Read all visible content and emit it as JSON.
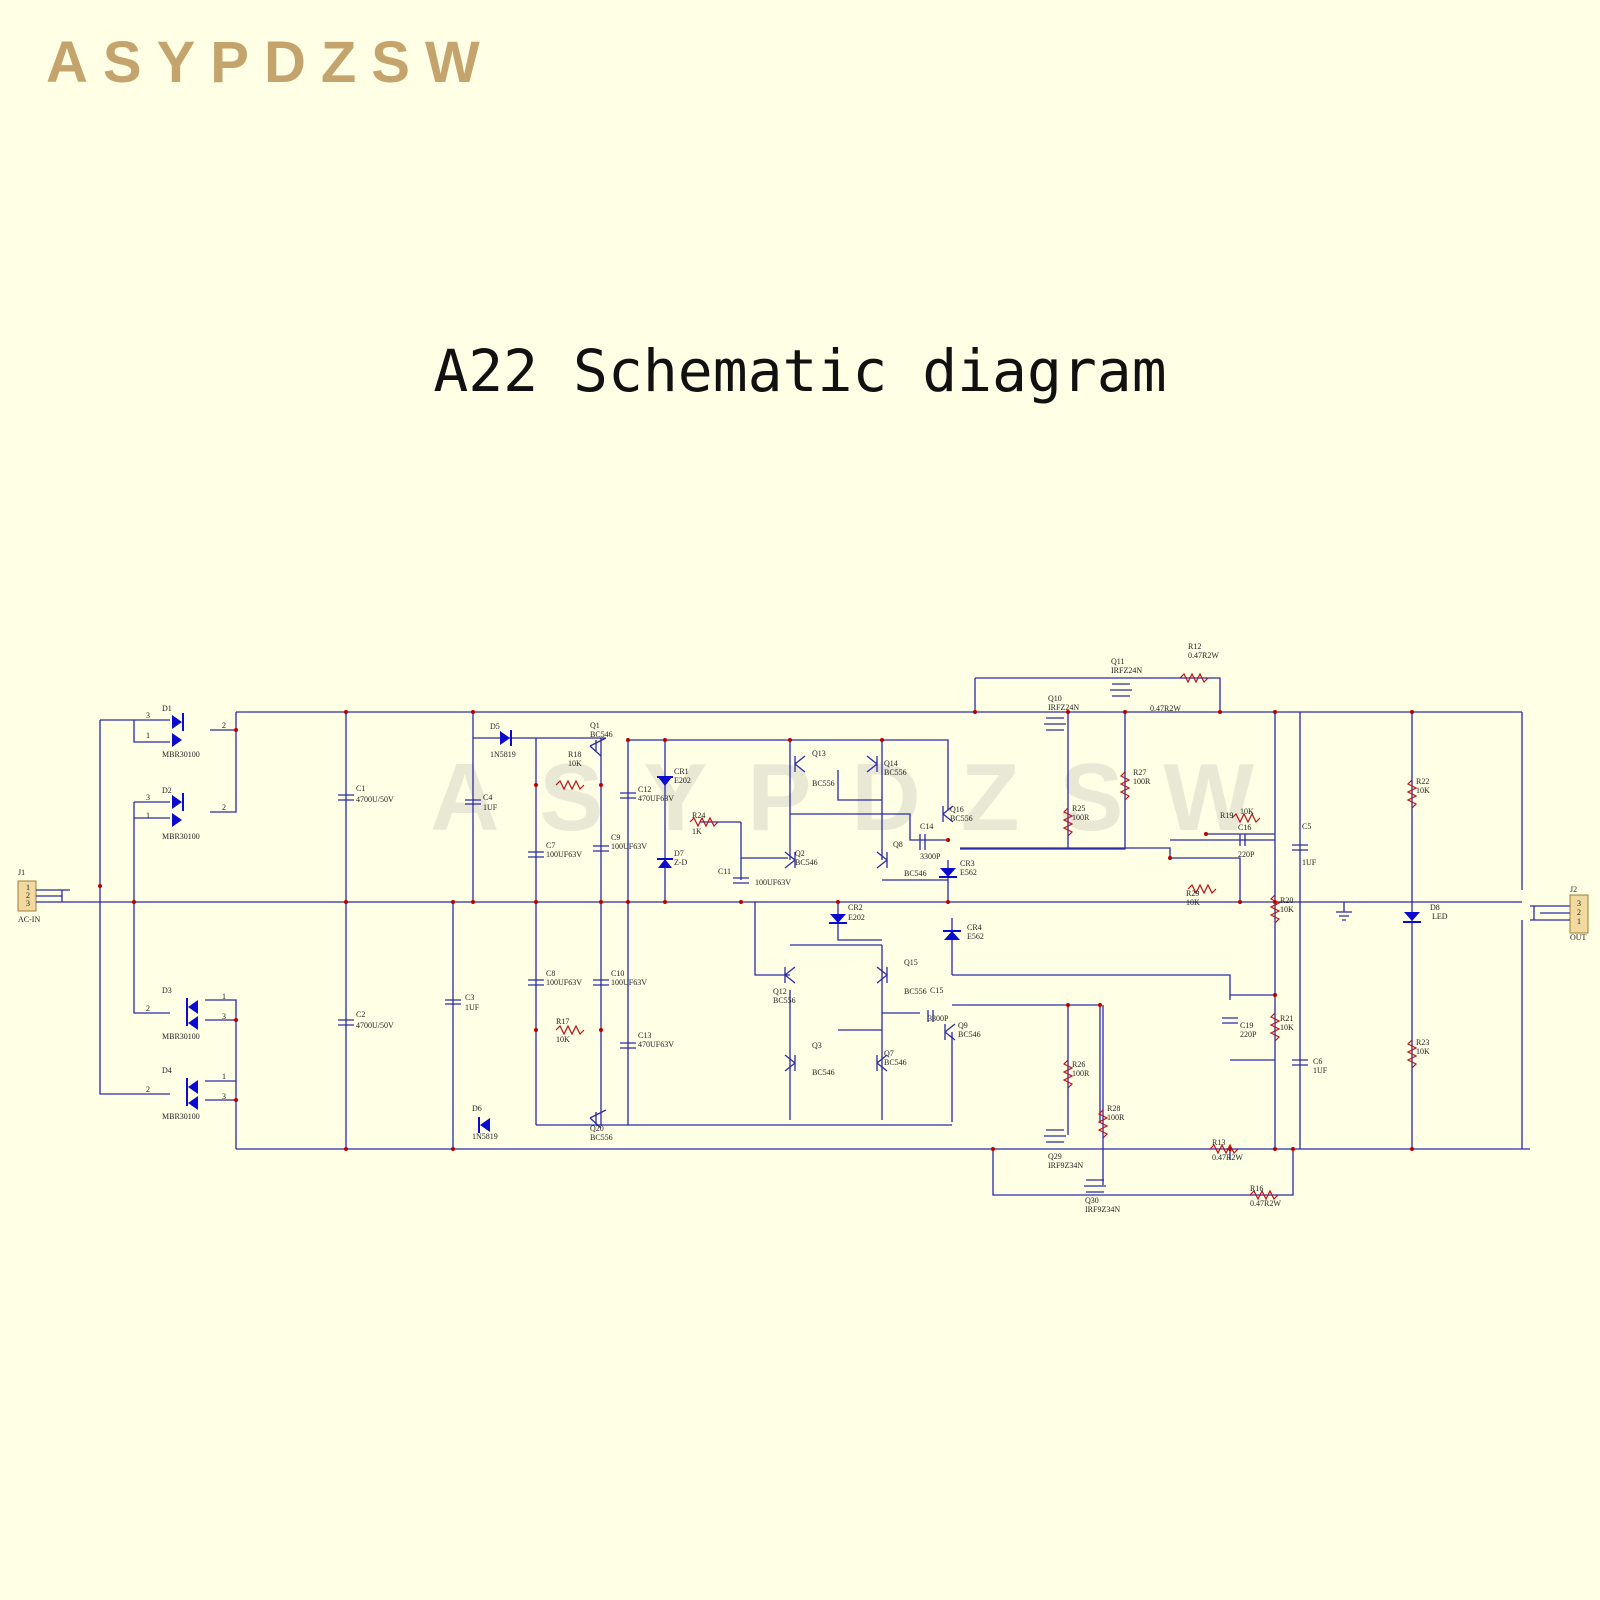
{
  "brand": "ASYPDZSW",
  "title": "A22 Schematic diagram",
  "watermark": "ASYPDZSW",
  "labels": {
    "J1": "J1",
    "ACIN": "AC-IN",
    "J1p1": "1",
    "J1p2": "2",
    "J1p3": "3",
    "D1": "D1",
    "D2": "D2",
    "D3": "D3",
    "D4": "D4",
    "MBR1": "MBR30100",
    "MBR2": "MBR30100",
    "MBR3": "MBR30100",
    "MBR4": "MBR30100",
    "p3a": "3",
    "p1a": "1",
    "p2a": "2",
    "p3b": "3",
    "p1b": "1",
    "p2b": "2",
    "p2c": "2",
    "p1c": "1",
    "p3c": "3",
    "p2d": "2",
    "p1d": "1",
    "p3d": "3",
    "C1": "C1",
    "C1v": "4700U/50V",
    "C2": "C2",
    "C2v": "4700U/50V",
    "C3": "C3",
    "C3v": "1UF",
    "C4": "C4",
    "C4v": "1UF",
    "D5": "D5",
    "D5v": "1N5819",
    "D6": "D6",
    "D6v": "1N5819",
    "Q1": "Q1",
    "Q1v": "BC546",
    "Q20": "Q20",
    "Q20v": "BC556",
    "R18": "R18",
    "R18v": "10K",
    "R17": "R17",
    "R17v": "10K",
    "C7": "C7",
    "C7v": "100UF63V",
    "C8": "C8",
    "C8v": "100UF63V",
    "C9": "C9",
    "C9v": "100UF63V",
    "C10": "C10",
    "C10v": "100UF63V",
    "C12": "C12",
    "C12v": "470UF63V",
    "C13": "C13",
    "C13v": "470UF63V",
    "CR1": "CR1",
    "CR1v": "E202",
    "D7": "D7",
    "D7v": "Z-D",
    "R24": "R24",
    "R24v": "1K",
    "C11": "C11",
    "C11v": "100UF63V",
    "Q13": "Q13",
    "Q13v": "BC556",
    "Q14": "Q14",
    "Q14v": "BC556",
    "Q16": "Q16",
    "Q16v": "BC556",
    "Q2": "Q2",
    "Q2v": "BC546",
    "Q8": "Q8",
    "Q8v": "BC546",
    "C14": "C14",
    "C14v": "3300P",
    "CR3": "CR3",
    "CR3v": "E562",
    "CR2": "CR2",
    "CR2v": "E202",
    "CR4": "CR4",
    "CR4v": "E562",
    "Q12": "Q12",
    "Q12v": "BC556",
    "Q15": "Q15",
    "Q15v": "BC556",
    "C15": "C15",
    "C15v": "3300P",
    "Q9": "Q9",
    "Q9v": "BC546",
    "Q3": "Q3",
    "Q3v": "BC546",
    "Q7": "Q7",
    "Q7v": "BC546",
    "Q11": "Q11",
    "Q11v": "IRFZ24N",
    "Q10": "Q10",
    "Q10v": "IRFZ24N",
    "R12": "R12",
    "R12v": "0.47R2W",
    "R14v": "0.47R2W",
    "R25": "R25",
    "R25v": "100R",
    "R27": "R27",
    "R27v": "100R",
    "R19": "R19",
    "R19v": "10K",
    "C16": "C16",
    "C16v": "220P",
    "R29": "R29",
    "R29v": "10K",
    "C5": "C5",
    "C5v": "1UF",
    "R20": "R20",
    "R20v": "10K",
    "R21": "R21",
    "R21v": "10K",
    "C19": "C19",
    "C19v": "220P",
    "C6": "C6",
    "C6v": "1UF",
    "R22": "R22",
    "R22v": "10K",
    "R23": "R23",
    "R23v": "10K",
    "D8": "D8",
    "D8v": "LED",
    "J2": "J2",
    "OUT": "OUT",
    "J2p3": "3",
    "J2p2": "2",
    "J2p1": "1",
    "R26": "R26",
    "R26v": "100R",
    "R28": "R28",
    "R28v": "100R",
    "Q29": "Q29",
    "Q29v": "IRF9Z34N",
    "Q30": "Q30",
    "Q30v": "IRF9Z34N",
    "R13": "R13",
    "R13v": "0.47R2W",
    "R16": "R16",
    "R16v": "0.47R2W"
  }
}
